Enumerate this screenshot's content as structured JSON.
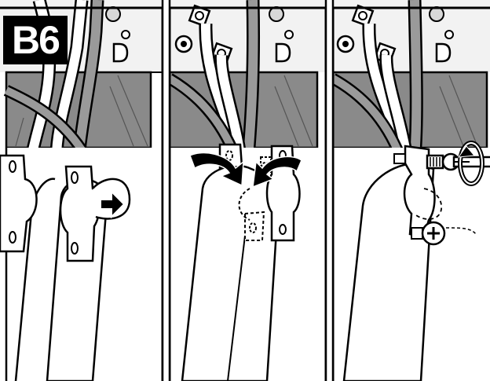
{
  "figure": {
    "step_label": "B6",
    "panels": [
      {
        "id": "panel-1",
        "arrows": "push-strap"
      },
      {
        "id": "panel-2",
        "arrows": "close-strap"
      },
      {
        "id": "panel-3",
        "arrows": "tighten-screw"
      }
    ],
    "colors": {
      "line": "#000000",
      "wall": "#8a8a8a",
      "bracket": "#f2f2f2",
      "paper": "#ffffff"
    }
  }
}
